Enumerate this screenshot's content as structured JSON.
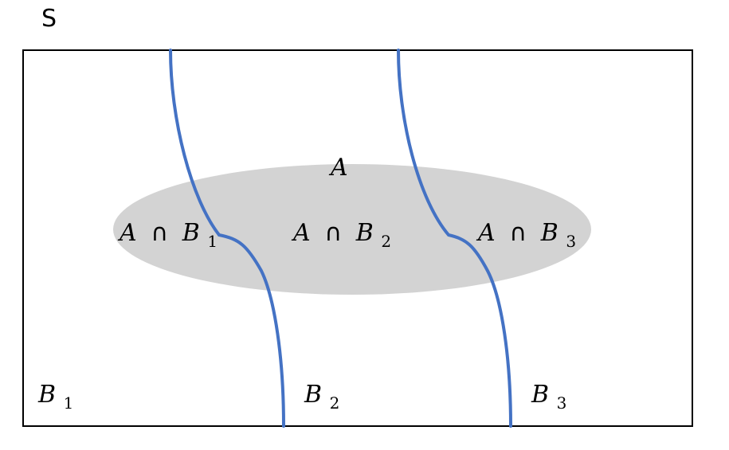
{
  "sample_space_label": "S",
  "event_a_label": "A",
  "intersection_operator": "∩",
  "partitions": [
    {
      "name": "B",
      "subscript": "1"
    },
    {
      "name": "B",
      "subscript": "2"
    },
    {
      "name": "B",
      "subscript": "3"
    }
  ],
  "colors": {
    "boundary_line": "#4472C4",
    "event_fill": "#d3d3d3",
    "border": "#000000"
  }
}
